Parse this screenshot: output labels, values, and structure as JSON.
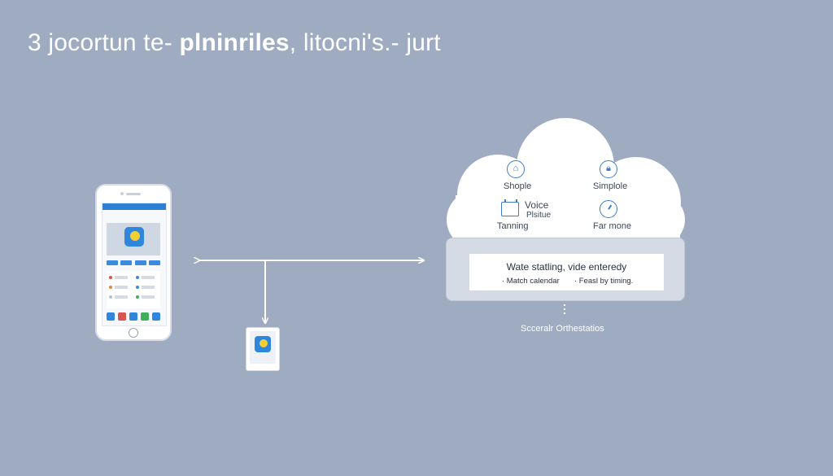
{
  "headline": {
    "part1": "3 jocortun te- ",
    "part2": "plninriles",
    "part3": ", litocni's.-  jurt"
  },
  "colors": {
    "background": "#9eabc0",
    "accent": "#2f86dd",
    "icon_yellow": "#f3cf33",
    "line": "#ffffff"
  },
  "cloud": {
    "features": [
      {
        "icon": "basket-icon",
        "label": "Shople"
      },
      {
        "icon": "lock-icon",
        "label": "Simplole"
      },
      {
        "icon": "calendar-icon",
        "label": "Voice"
      },
      {
        "icon": "calendar-icon",
        "label": "Plsitue"
      },
      {
        "icon": "calendar-icon",
        "label": "Tanning"
      },
      {
        "icon": "clock-icon",
        "label": "Far mone"
      }
    ],
    "panel": {
      "title": "Wate statling, vide enteredy",
      "bullet_left": "· Match calendar",
      "bullet_right": "· Feasl by timing."
    }
  },
  "footer_label": "Scceralr Orthestatios"
}
